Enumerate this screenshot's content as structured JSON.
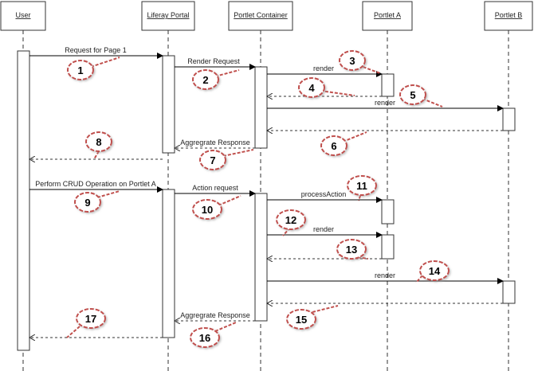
{
  "participants": [
    {
      "id": "user",
      "label": "User"
    },
    {
      "id": "portal",
      "label": "Liferay Portal"
    },
    {
      "id": "container",
      "label": "Portlet Container"
    },
    {
      "id": "portletA",
      "label": "Portlet A"
    },
    {
      "id": "portletB",
      "label": "Portlet B"
    }
  ],
  "messages": [
    {
      "label": "Request for Page 1"
    },
    {
      "label": "Render Request"
    },
    {
      "label": "render"
    },
    {
      "label": "render"
    },
    {
      "label": "Aggregrate Response"
    },
    {
      "label": "Perform CRUD Operation on Portlet A"
    },
    {
      "label": "Action request"
    },
    {
      "label": "processAction"
    },
    {
      "label": "render"
    },
    {
      "label": "render"
    },
    {
      "label": "Aggregrate Response"
    }
  ],
  "callouts": [
    "1",
    "2",
    "3",
    "4",
    "5",
    "6",
    "7",
    "8",
    "9",
    "10",
    "11",
    "12",
    "13",
    "14",
    "15",
    "16",
    "17"
  ],
  "colors": {
    "line": "#333333",
    "callout_border": "#c0504d",
    "arrow": "#000000"
  }
}
